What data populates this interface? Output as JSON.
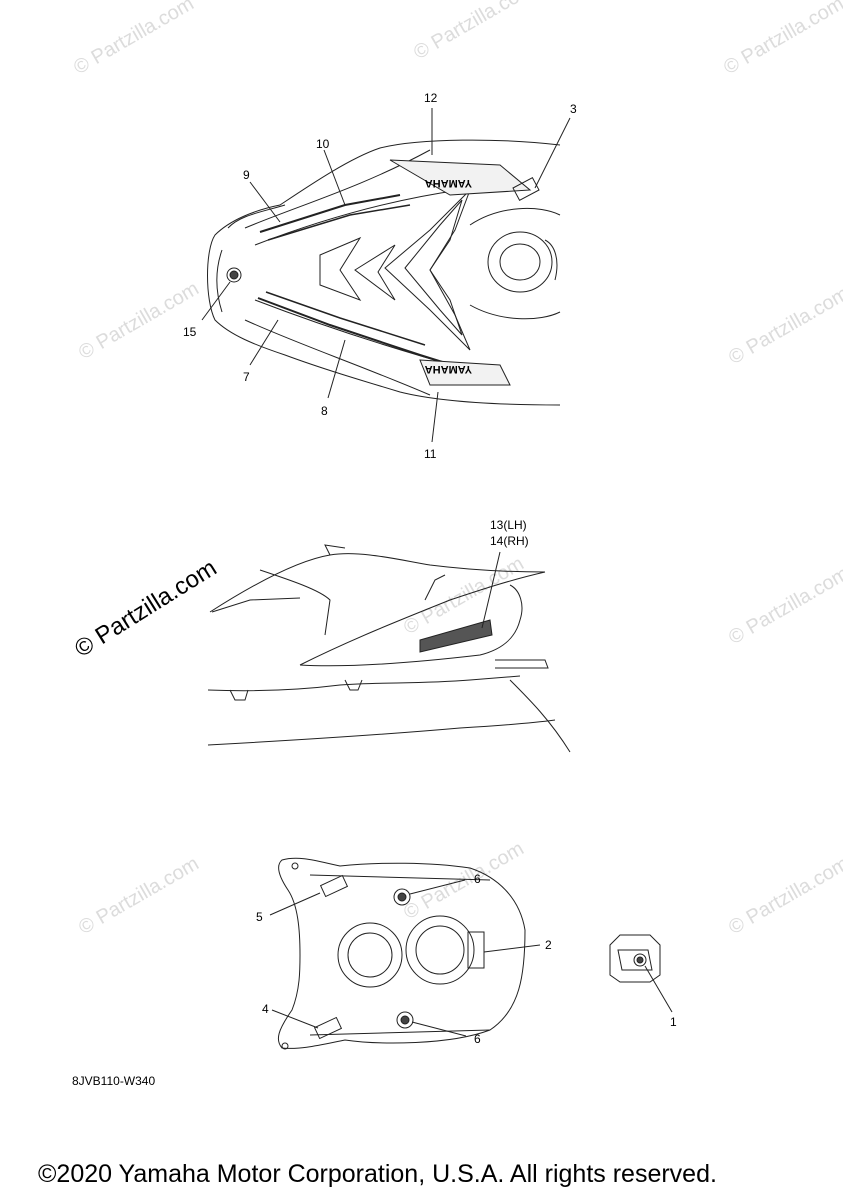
{
  "watermark": "© Partzilla.com",
  "callouts": {
    "c1": "1",
    "c2": "2",
    "c3": "3",
    "c4": "4",
    "c5": "5",
    "c6a": "6",
    "c6b": "6",
    "c7": "7",
    "c8": "8",
    "c9": "9",
    "c10": "10",
    "c11": "11",
    "c12": "12",
    "c13": "13(LH)",
    "c14": "14(RH)",
    "c15": "15"
  },
  "decal_text": "YAMAHA",
  "diagram_code": "8JVB110-W340",
  "copyright": "©2020 Yamaha Motor Corporation, U.S.A. All rights reserved."
}
